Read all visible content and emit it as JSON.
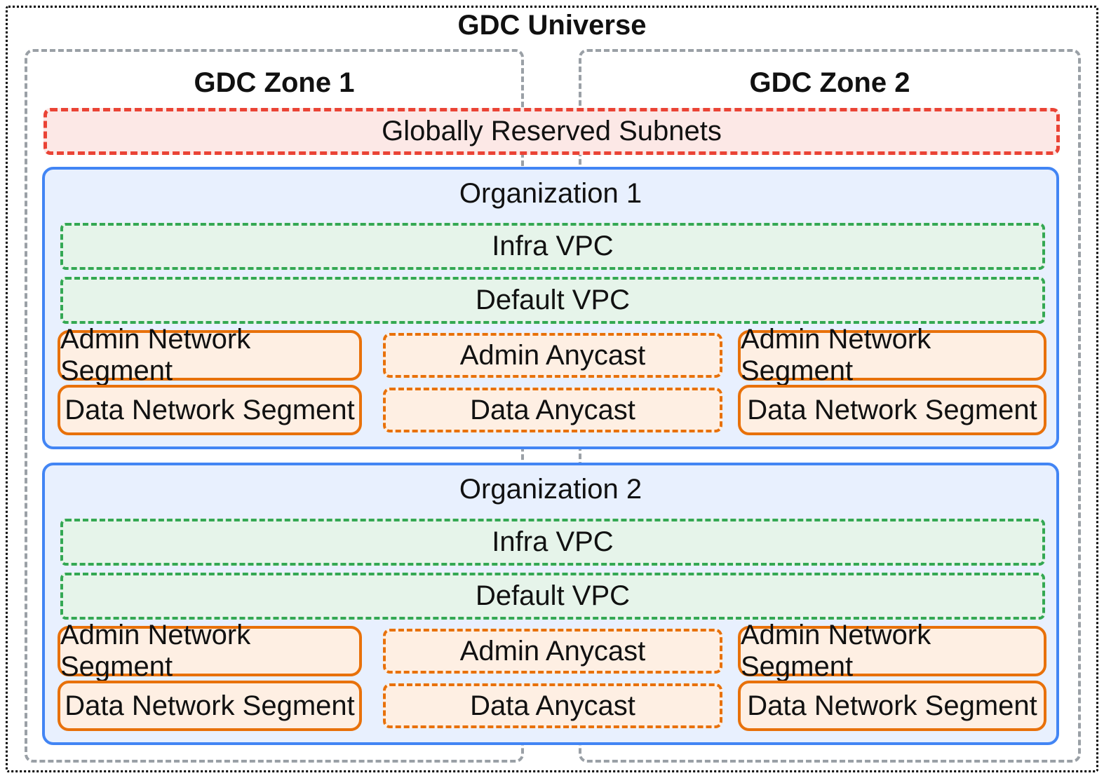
{
  "title": "GDC Universe",
  "zones": [
    {
      "label": "GDC Zone 1"
    },
    {
      "label": "GDC Zone 2"
    }
  ],
  "globally_reserved_subnets": {
    "label": "Globally Reserved Subnets"
  },
  "organizations": [
    {
      "label": "Organization 1",
      "vpcs": [
        {
          "label": "Infra VPC"
        },
        {
          "label": "Default VPC"
        }
      ],
      "segments": {
        "zone1_admin": "Admin Network Segment",
        "admin_anycast": "Admin Anycast",
        "zone2_admin": "Admin Network Segment",
        "zone1_data": "Data Network Segment",
        "data_anycast": "Data Anycast",
        "zone2_data": "Data Network Segment"
      }
    },
    {
      "label": "Organization 2",
      "vpcs": [
        {
          "label": "Infra VPC"
        },
        {
          "label": "Default VPC"
        }
      ],
      "segments": {
        "zone1_admin": "Admin Network Segment",
        "admin_anycast": "Admin Anycast",
        "zone2_admin": "Admin Network Segment",
        "zone1_data": "Data Network Segment",
        "data_anycast": "Data Anycast",
        "zone2_data": "Data Network Segment"
      }
    }
  ],
  "colors": {
    "outer_border": "#000000",
    "zone_border": "#9aa0a6",
    "red_border": "#ea4335",
    "red_fill": "#fce8e6",
    "blue_border": "#4285f4",
    "blue_fill": "#e8f0fe",
    "green_border": "#34a853",
    "green_fill": "#e6f4ea",
    "orange_border": "#e8710a",
    "orange_fill": "#feefe3",
    "text": "#111111"
  }
}
